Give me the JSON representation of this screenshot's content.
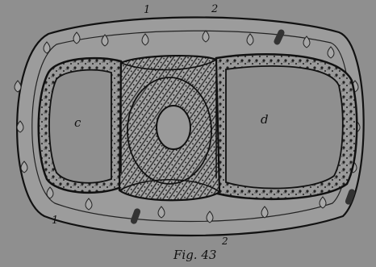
{
  "figure": {
    "caption": "Fig. 43",
    "background_color": "#8f8f8f",
    "ink_color": "#111111",
    "labels": {
      "outer_top_1": "1",
      "outer_top_2": "2",
      "outer_bottom_1": "1",
      "outer_bottom_2": "2",
      "cavity_left": "c",
      "cavity_right": "d"
    }
  }
}
